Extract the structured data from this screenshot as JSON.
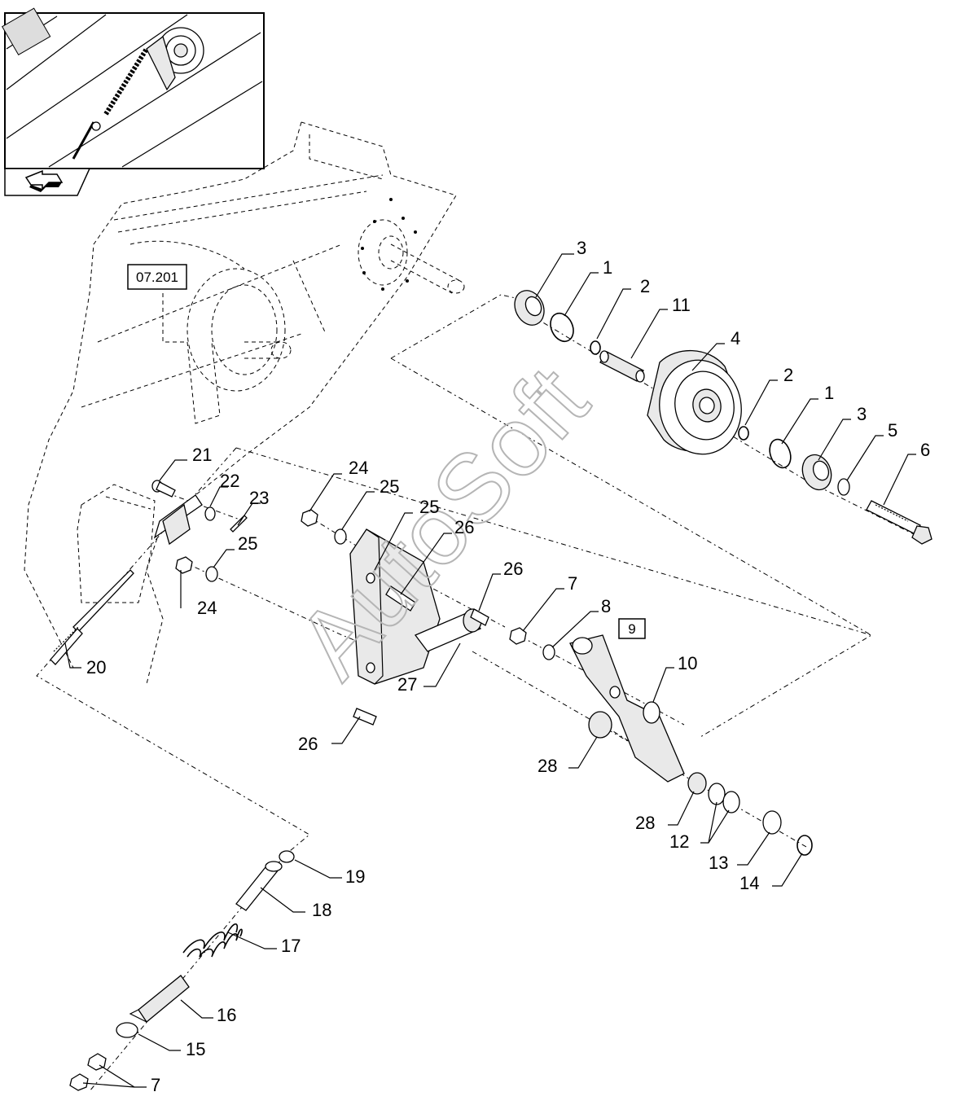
{
  "reference": {
    "section_ref": "07.201",
    "assembly_ref": "9"
  },
  "watermark": "AutoSoft",
  "callouts": [
    {
      "id": "c1a",
      "label": "1"
    },
    {
      "id": "c1b",
      "label": "1"
    },
    {
      "id": "c2a",
      "label": "2"
    },
    {
      "id": "c2b",
      "label": "2"
    },
    {
      "id": "c3a",
      "label": "3"
    },
    {
      "id": "c3b",
      "label": "3"
    },
    {
      "id": "c4",
      "label": "4"
    },
    {
      "id": "c5",
      "label": "5"
    },
    {
      "id": "c6",
      "label": "6"
    },
    {
      "id": "c7a",
      "label": "7"
    },
    {
      "id": "c7b",
      "label": "7"
    },
    {
      "id": "c8",
      "label": "8"
    },
    {
      "id": "c10",
      "label": "10"
    },
    {
      "id": "c11",
      "label": "11"
    },
    {
      "id": "c12",
      "label": "12"
    },
    {
      "id": "c13",
      "label": "13"
    },
    {
      "id": "c14",
      "label": "14"
    },
    {
      "id": "c15",
      "label": "15"
    },
    {
      "id": "c16",
      "label": "16"
    },
    {
      "id": "c17",
      "label": "17"
    },
    {
      "id": "c18",
      "label": "18"
    },
    {
      "id": "c19",
      "label": "19"
    },
    {
      "id": "c20",
      "label": "20"
    },
    {
      "id": "c21",
      "label": "21"
    },
    {
      "id": "c22",
      "label": "22"
    },
    {
      "id": "c23",
      "label": "23"
    },
    {
      "id": "c24a",
      "label": "24"
    },
    {
      "id": "c24b",
      "label": "24"
    },
    {
      "id": "c25a",
      "label": "25"
    },
    {
      "id": "c25b",
      "label": "25"
    },
    {
      "id": "c25c",
      "label": "25"
    },
    {
      "id": "c26a",
      "label": "26"
    },
    {
      "id": "c26b",
      "label": "26"
    },
    {
      "id": "c26c",
      "label": "26"
    },
    {
      "id": "c27",
      "label": "27"
    },
    {
      "id": "c28a",
      "label": "28"
    },
    {
      "id": "c28b",
      "label": "28"
    }
  ]
}
